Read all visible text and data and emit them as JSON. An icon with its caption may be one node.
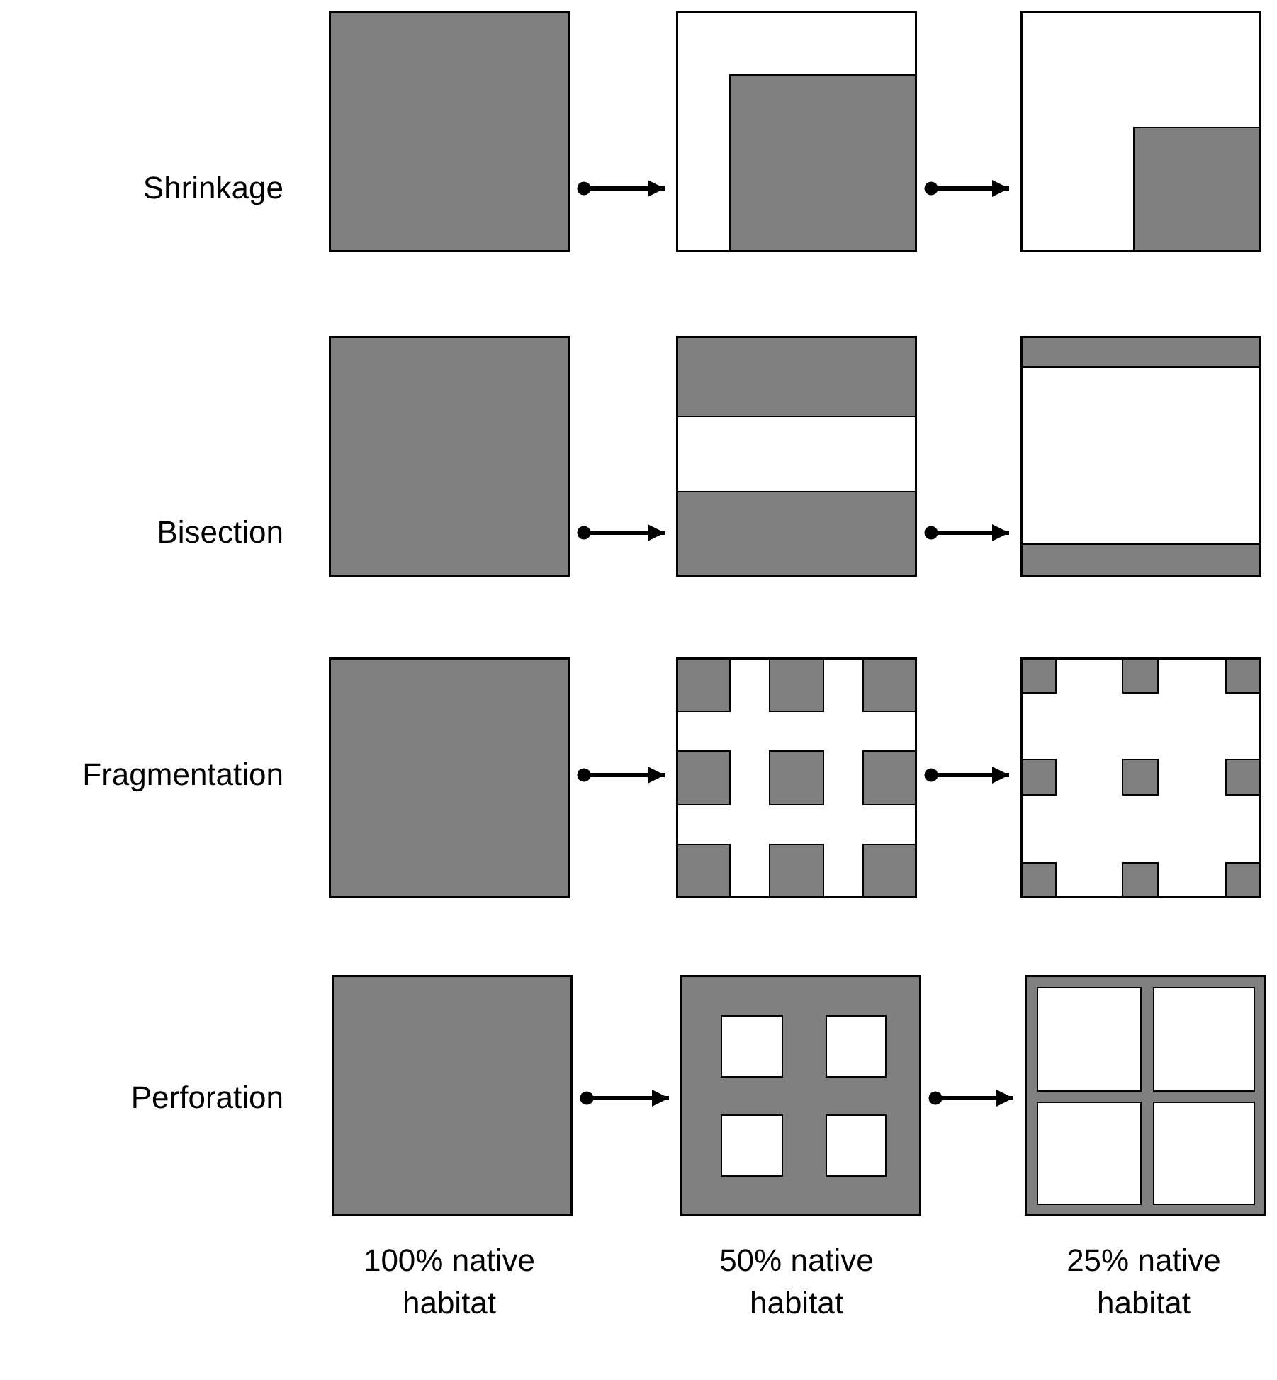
{
  "diagram": {
    "nodes": [
      {
        "text": [],
        "shape": "box"
      },
      {
        "text": [],
        "shape": "picture"
      },
      {
        "text": [],
        "shape": "picture"
      },
      {
        "text": [],
        "shape": "box"
      },
      {
        "text": [],
        "shape": "picture"
      },
      {
        "text": [],
        "shape": "picture"
      },
      {
        "text": [],
        "shape": "box"
      },
      {
        "text": [],
        "shape": "picture"
      },
      {
        "text": [],
        "shape": "picture"
      },
      {
        "text": [],
        "shape": "box"
      },
      {
        "text": [],
        "shape": "picture"
      },
      {
        "text": [],
        "shape": "picture"
      }
    ],
    "edges": [
      {
        "from": 0,
        "to": 1,
        "arrow": "to"
      },
      {
        "from": 1,
        "to": 2,
        "arrow": "to"
      },
      {
        "from": 3,
        "to": 4,
        "arrow": "to"
      },
      {
        "from": 4,
        "to": 5,
        "arrow": "to"
      },
      {
        "from": 6,
        "to": 7,
        "arrow": "to"
      },
      {
        "from": 7,
        "to": 8,
        "arrow": "to"
      },
      {
        "from": 9,
        "to": 10,
        "arrow": "to"
      },
      {
        "from": 10,
        "to": 11,
        "arrow": "to"
      }
    ],
    "labels": [
      "Shrinkage",
      "Bisection",
      "Fragmentation",
      "Perforation",
      "100% native habitat",
      "50% native habitat",
      "25% native habitat"
    ]
  }
}
